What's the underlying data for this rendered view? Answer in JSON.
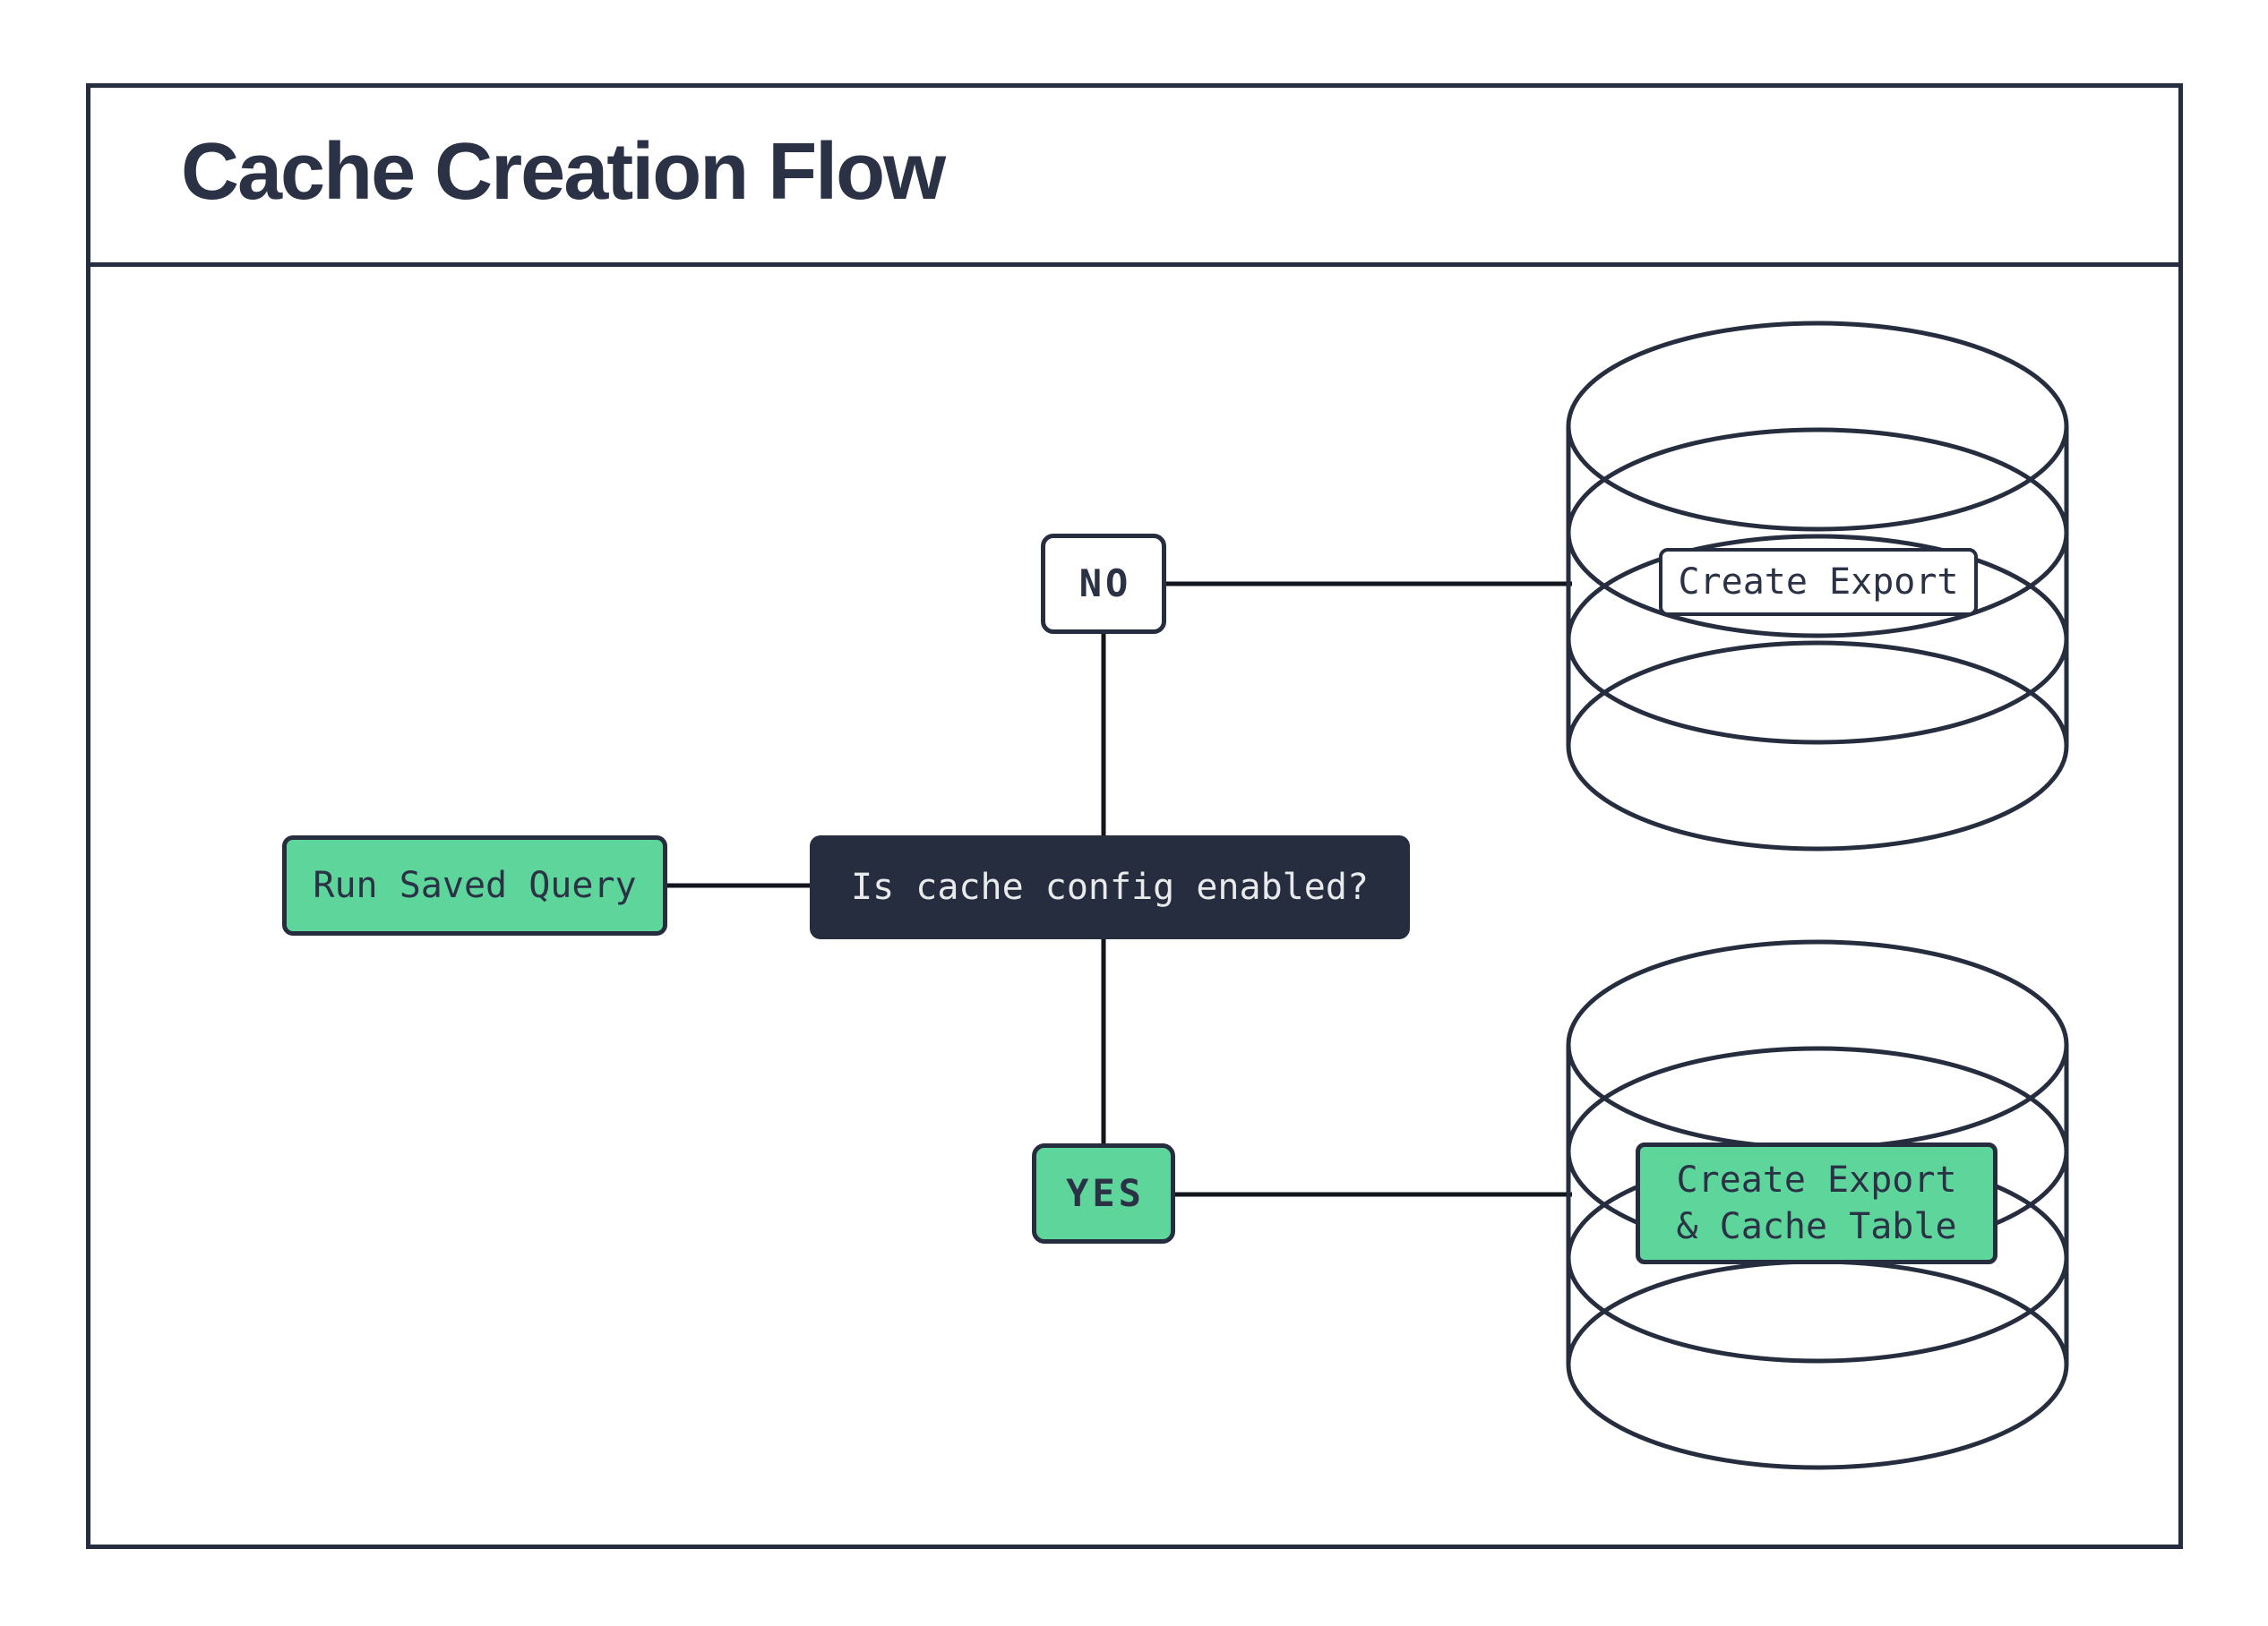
{
  "title": "Cache Creation Flow",
  "colors": {
    "outline_navy": "#262d3e",
    "title_text": "#2b3245",
    "node_text_dark": "#2b3245",
    "decision_fill": "#262d3e",
    "decision_text": "#e9eaeb",
    "accent_green": "#5ed69b",
    "connector_black": "#12151c",
    "background": "#ffffff"
  },
  "flow": {
    "start": {
      "label": "Run Saved Query"
    },
    "decision": {
      "label": "Is cache config enabled?"
    },
    "no_branch": {
      "label": "NO",
      "result_label": "Create Export"
    },
    "yes_branch": {
      "label": "YES",
      "result_label": "Create Export\n& Cache Table"
    }
  },
  "icons": {
    "no_result_icon": "database-cylinder-icon",
    "yes_result_icon": "database-cylinder-icon"
  }
}
